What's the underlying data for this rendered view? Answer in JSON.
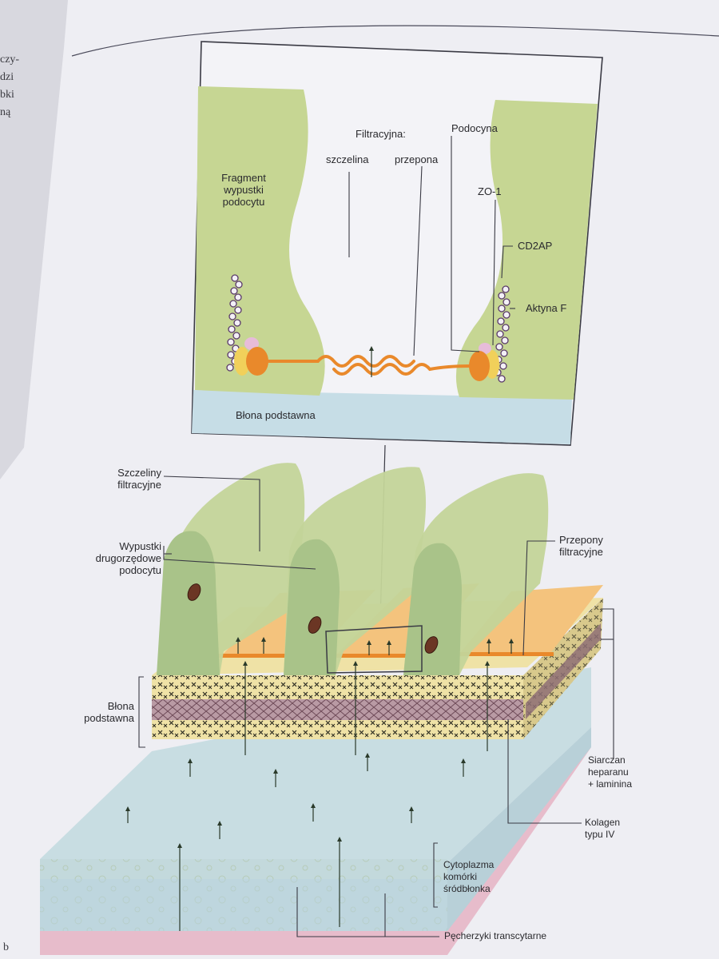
{
  "top_panel": {
    "label_fragment": "Fragment\nwypustki\npodocytu",
    "label_filtracyjna": "Filtracyjna:",
    "label_szczelina": "szczelina",
    "label_przepona": "przepona",
    "label_podocyna": "Podocyna",
    "label_zo1": "ZO-1",
    "label_cd2ap": "CD2AP",
    "label_aktyna": "Aktyna F",
    "label_blona": "Błona podstawna"
  },
  "bottom_panel": {
    "label_szczeliny": "Szczeliny\nfiltracyjne",
    "label_wypustki": "Wypustki\ndrugorzędowe\npodocytu",
    "label_przepony": "Przepony\nfiltracyjne",
    "label_blona": "Błona\npodstawna",
    "label_siarczan": "Siarczan\nheparanu\n+ laminina",
    "label_kolagen": "Kolagen\ntypu IV",
    "label_cytoplazma": "Cytoplazma\nkomórki\nśródbłonka",
    "label_pecherzyki": "Pęcherzyki transcytarne"
  },
  "margin": {
    "left_fragment": "czy-\ndzi\nbki\nną",
    "page_letter": "b"
  },
  "colors": {
    "page": "#eeeef3",
    "podocyte_green": "#c9d79a",
    "membrane_blue": "#bcd3de",
    "orange": "#e9892b",
    "yellow_layer": "#efe2a6",
    "collagen": "#8b6a74",
    "pink": "#e7bccb",
    "frame": "#3a3a44"
  }
}
